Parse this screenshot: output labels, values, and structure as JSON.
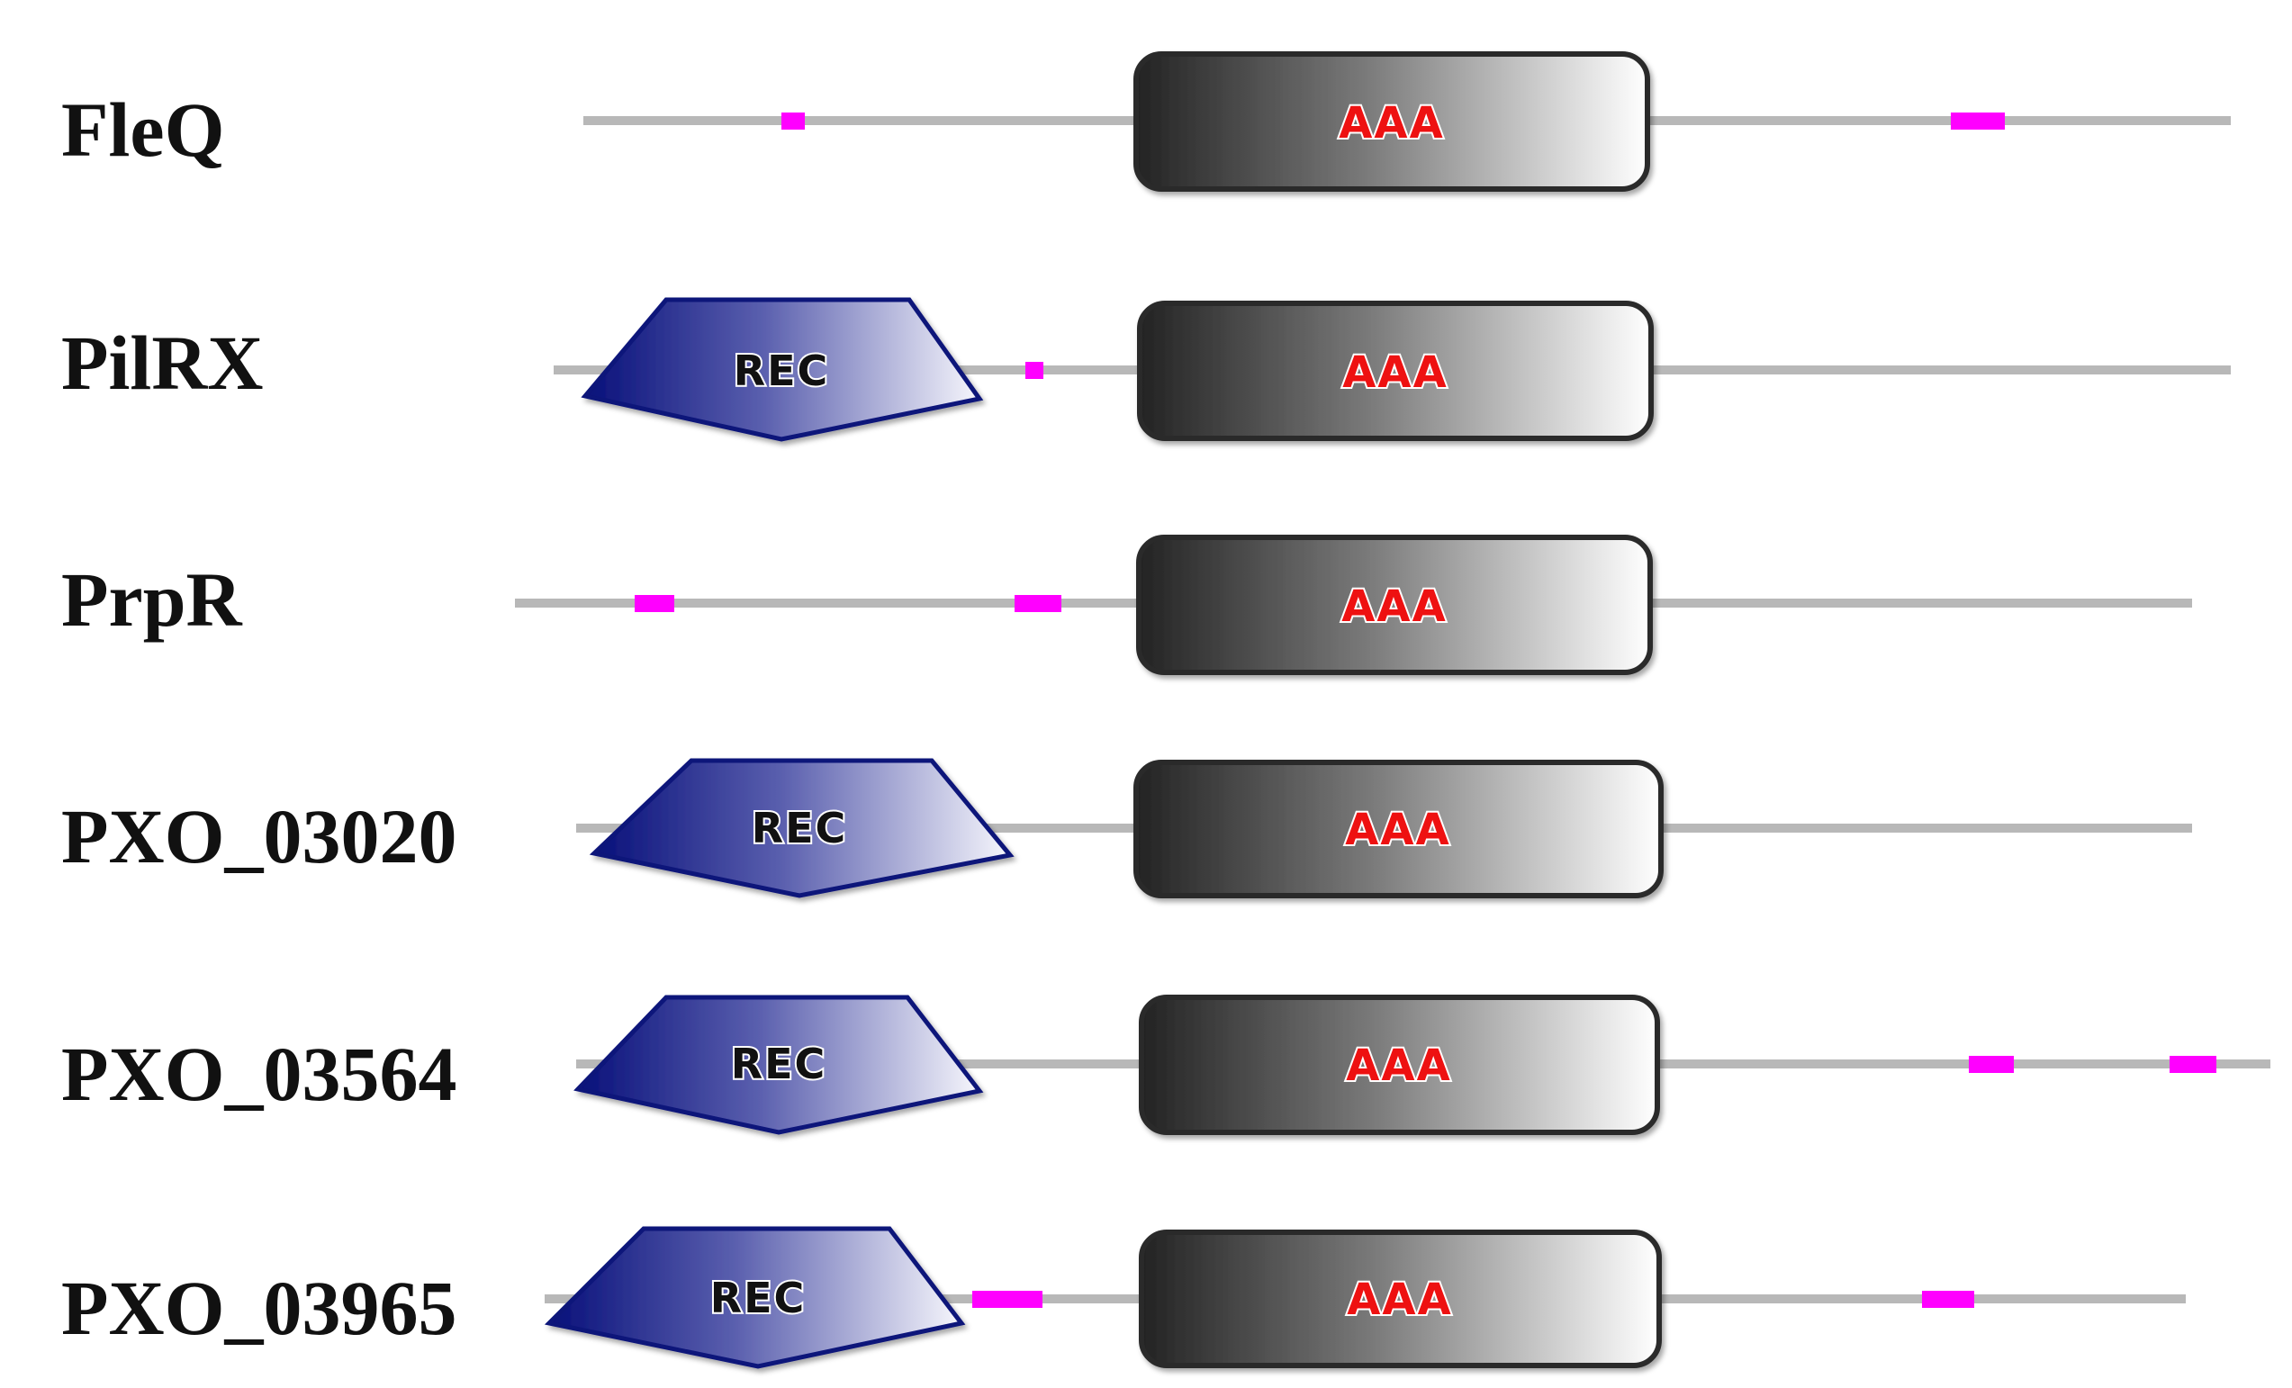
{
  "colors": {
    "backbone": "#b8b8b8",
    "motif": "#ff00ff",
    "aaa_label": "#ee1111",
    "rec_fill_dark": "#0a127a",
    "rec_fill_light": "#f4f4fb",
    "aaa_fill_dark": "#2a2a2a",
    "aaa_fill_light": "#ffffff"
  },
  "domain_legend": {
    "aaa": "AAA",
    "rec": "REC"
  },
  "proteins": [
    {
      "name": "FleQ",
      "domains": [
        "AAA"
      ]
    },
    {
      "name": "PilRX",
      "domains": [
        "REC",
        "AAA"
      ]
    },
    {
      "name": "PrpR",
      "domains": [
        "AAA"
      ]
    },
    {
      "name": "PXO_03020",
      "domains": [
        "REC",
        "AAA"
      ]
    },
    {
      "name": "PXO_03564",
      "domains": [
        "REC",
        "AAA"
      ]
    },
    {
      "name": "PXO_03965",
      "domains": [
        "REC",
        "AAA"
      ]
    }
  ]
}
